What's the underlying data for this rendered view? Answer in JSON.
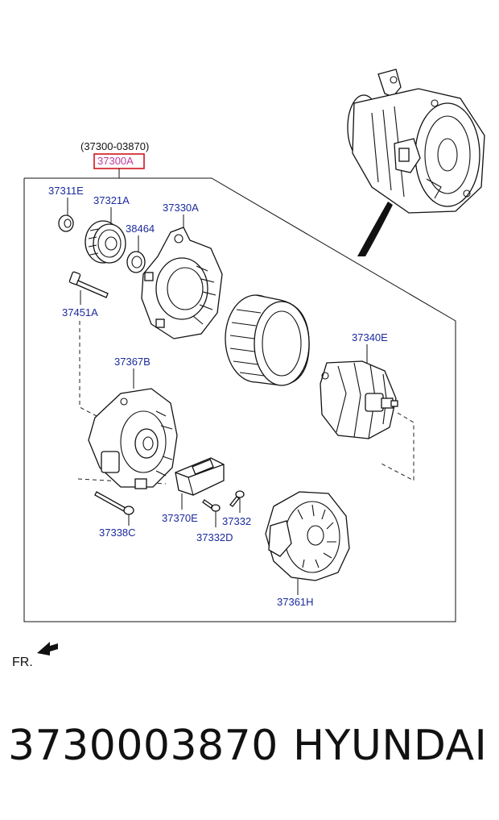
{
  "header": {
    "range_label": "(37300-03870)",
    "assembly_label": "37300A"
  },
  "parts": {
    "nut_label": "37311E",
    "pulley_label": "37321A",
    "bearing_label": "38464",
    "front_bracket_label": "37330A",
    "bolt_label": "37451A",
    "stator_label": "",
    "rotor_label": "37340E",
    "rear_bracket_label": "37367B",
    "through_bolt_label": "37338C",
    "regulator_label": "37370E",
    "screw_a_label": "37332",
    "screw_b_label": "37332D",
    "rear_cover_label": "37361H"
  },
  "direction": {
    "label": "FR."
  },
  "footer": {
    "part_number": "3730003870",
    "brand": "HYUNDAI"
  },
  "colors": {
    "label_blue": "#1a2a9c",
    "assembly_magenta": "#c0399a",
    "highlight_red": "#d0141e"
  }
}
